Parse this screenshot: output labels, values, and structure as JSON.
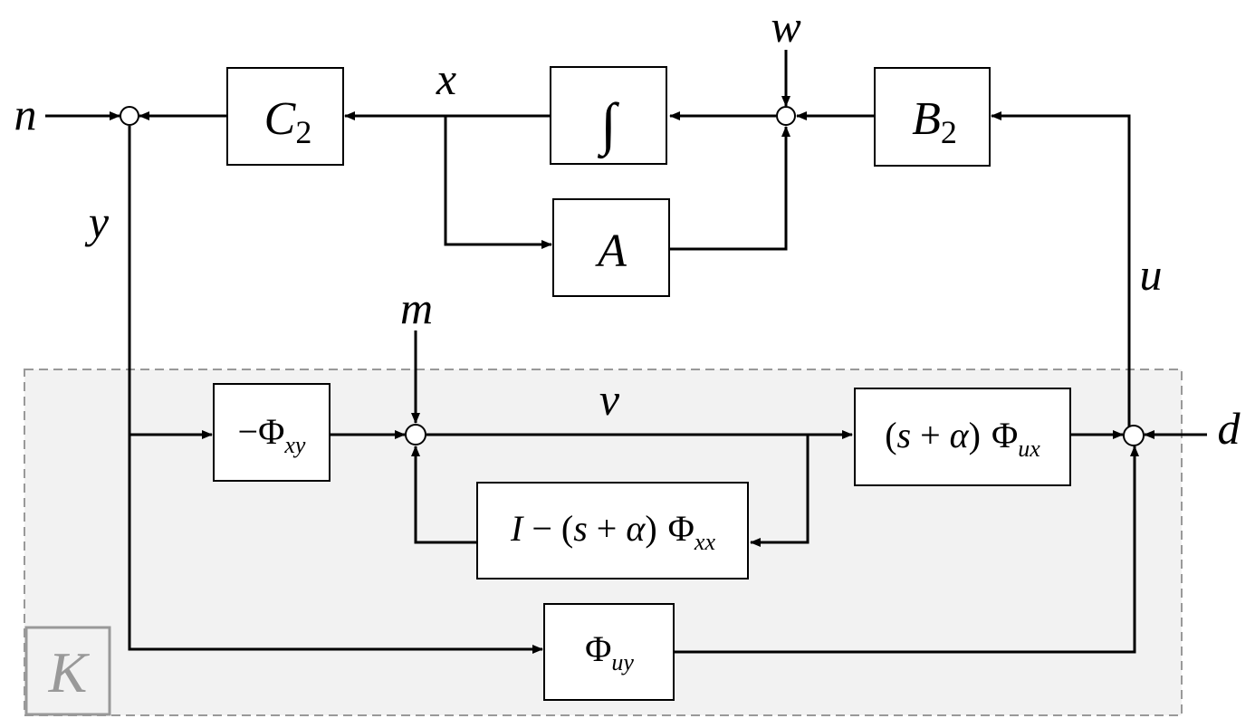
{
  "signals": {
    "n": "n",
    "y": "y",
    "x": "x",
    "w": "w",
    "u": "u",
    "m": "m",
    "v": "v",
    "d": "d"
  },
  "blocks": {
    "c2": {
      "main": "C",
      "sub": "2"
    },
    "integrator": {
      "symbol": "∫"
    },
    "a": {
      "main": "A"
    },
    "b2": {
      "main": "B",
      "sub": "2"
    },
    "phi_xy": {
      "prefix": "−",
      "main": "Φ",
      "sub": "xy"
    },
    "phi_ux": {
      "open": "(",
      "s": "s",
      "plus": " + ",
      "alpha": "α",
      "close": ")",
      "main": "Φ",
      "sub": "ux"
    },
    "feedback": {
      "i": "I",
      "minus": " − (",
      "s": "s",
      "plus": " + ",
      "alpha": "α",
      "close": ")",
      "main": "Φ",
      "sub": "xx"
    },
    "phi_uy": {
      "main": "Φ",
      "sub": "uy"
    }
  },
  "controller_region": {
    "label": "K"
  }
}
